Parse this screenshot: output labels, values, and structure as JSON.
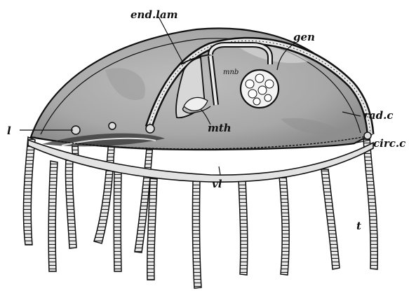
{
  "labels": {
    "end_lam": "end.lam",
    "gen": "gen",
    "mnb": "mnb",
    "l": "l",
    "mth": "mth",
    "rad_c": "rad.c",
    "circ_c": "circ.c",
    "vl": "vl",
    "t": "t"
  },
  "colors": {
    "ink": "#111111",
    "bell": "#c9c9c9",
    "bell_shade": "#9d9d9d",
    "canal": "#eeeeee",
    "gonad": "#f4f4f4",
    "velum": "#e2e2e2"
  }
}
